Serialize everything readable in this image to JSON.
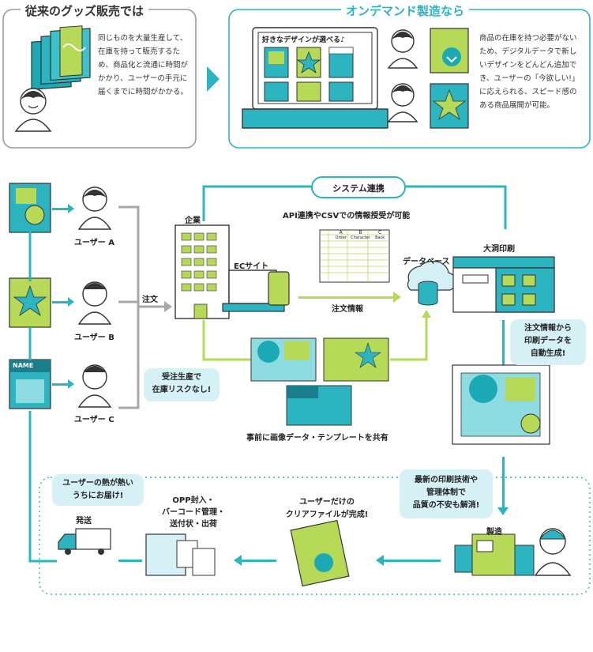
{
  "top_left": {
    "title": "従来のグッズ販売では",
    "text": "同じものを大量生産して、在庫を持って販売するため、商品化と流通に時間がかかり、ユーザーの手元に届くまでに時間がかかる。"
  },
  "top_right": {
    "title": "オンデマンド製造なら",
    "screen_text": "好きなデザインが選べる♪",
    "text": "商品の在庫を持つ必要がないため、デジタルデータで新しいデザインをどんどん追加でき、ユーザーの「今欲しい!」に応えられる、スピード感のある商品展開が可能。"
  },
  "flow": {
    "user_a": "ユーザー A",
    "user_b": "ユーザー B",
    "user_c": "ユーザー C",
    "name_tag": "NAME",
    "order": "注文",
    "company": "企業",
    "ec_site": "ECサイト",
    "system": "システム連携",
    "system_sub": "API連携やCSVでの情報授受が可能",
    "order_info": "注文情報",
    "database": "データベース",
    "printer": "大洞印刷",
    "no_risk": "受注生産で\n在庫リスクなし!",
    "share": "事前に画像データ・テンプレートを共有",
    "auto_gen": "注文情報から\n印刷データを\n自動生成!",
    "quality": "最新の印刷技術や\n管理体制で\n品質の不安も解消!",
    "manufacture": "製造",
    "clear_file": "ユーザーだけの\nクリアファイルが完成!",
    "packing": "OPP封入・\nバーコード管理・\n送付状・出荷",
    "deliver_bubble": "ユーザーの熱が熱い\nうちにお届け!",
    "ship": "発送",
    "table_headers": [
      "A",
      "B",
      "C"
    ],
    "table_cols": [
      "Order",
      "Character",
      "Back"
    ]
  }
}
